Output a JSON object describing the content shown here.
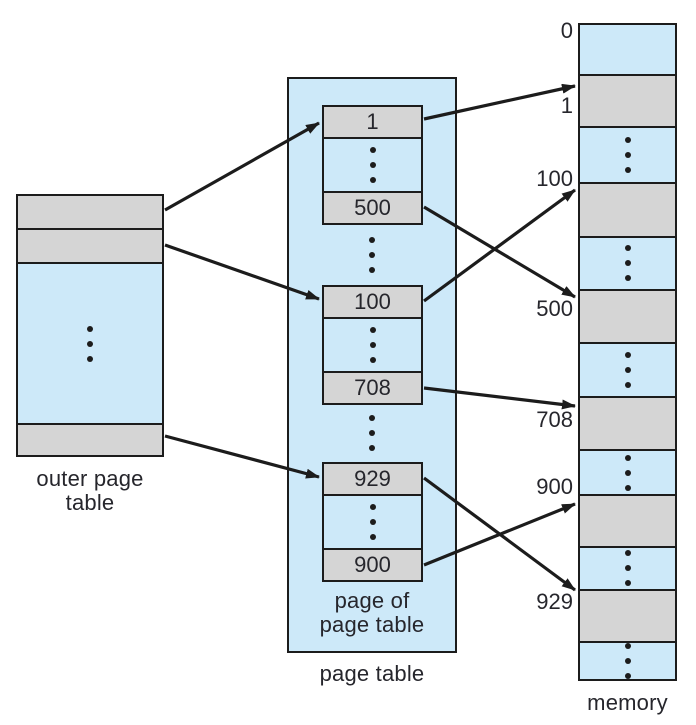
{
  "outer_page_table": {
    "label_line1": "outer page",
    "label_line2": "table"
  },
  "page_table": {
    "label": "page table",
    "inner_label_line1": "page of",
    "inner_label_line2": "page table",
    "entries": [
      "1",
      "500",
      "100",
      "708",
      "929",
      "900"
    ]
  },
  "memory": {
    "label": "memory",
    "address_labels": [
      "0",
      "1",
      "100",
      "500",
      "708",
      "900",
      "929"
    ]
  },
  "colors": {
    "panel_blue": "#cde9f9",
    "cell_gray": "#d5d5d5",
    "line_black": "#1c1c1c"
  }
}
